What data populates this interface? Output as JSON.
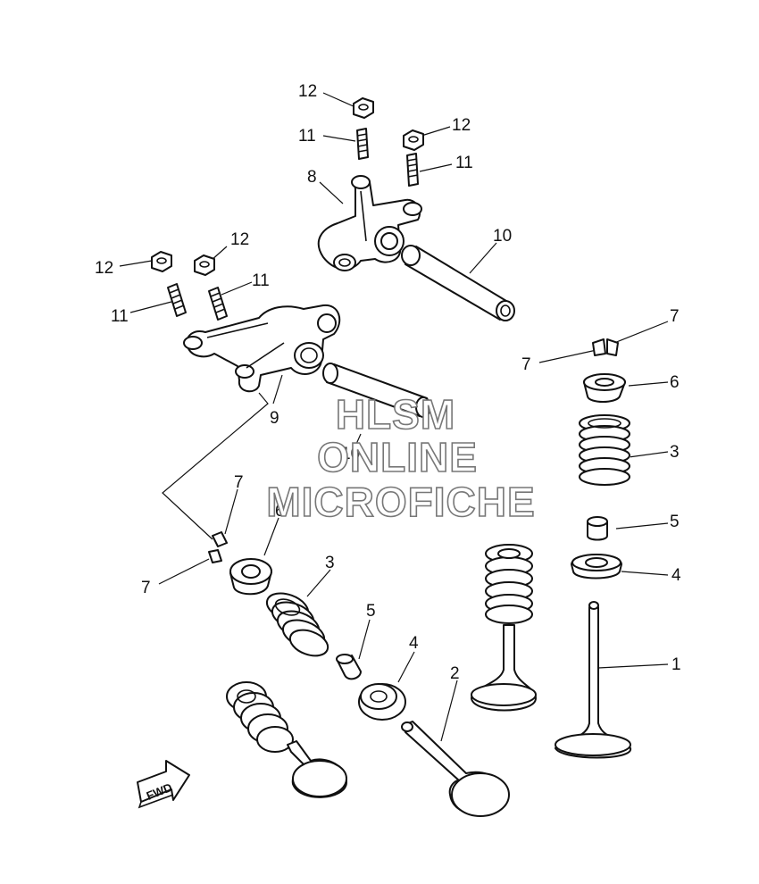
{
  "watermark": {
    "line1": "HLSM",
    "line2": "ONLINE",
    "line3": "MICROFICHE"
  },
  "fwd_label": "FWD",
  "callouts": {
    "c12a": "12",
    "c11a": "11",
    "c12b": "12",
    "c11b": "11",
    "c8": "8",
    "c10a": "10",
    "c12c": "12",
    "c12d": "12",
    "c11c": "11",
    "c11d": "11",
    "c9": "9",
    "c10b": "10",
    "c7a": "7",
    "c7b": "7",
    "c6a": "6",
    "c3a": "3",
    "c5a": "5",
    "c4a": "4",
    "c1": "1",
    "c7c": "7",
    "c6b": "6",
    "c7d": "7",
    "c3b": "3",
    "c5b": "5",
    "c4b": "4",
    "c2": "2"
  }
}
